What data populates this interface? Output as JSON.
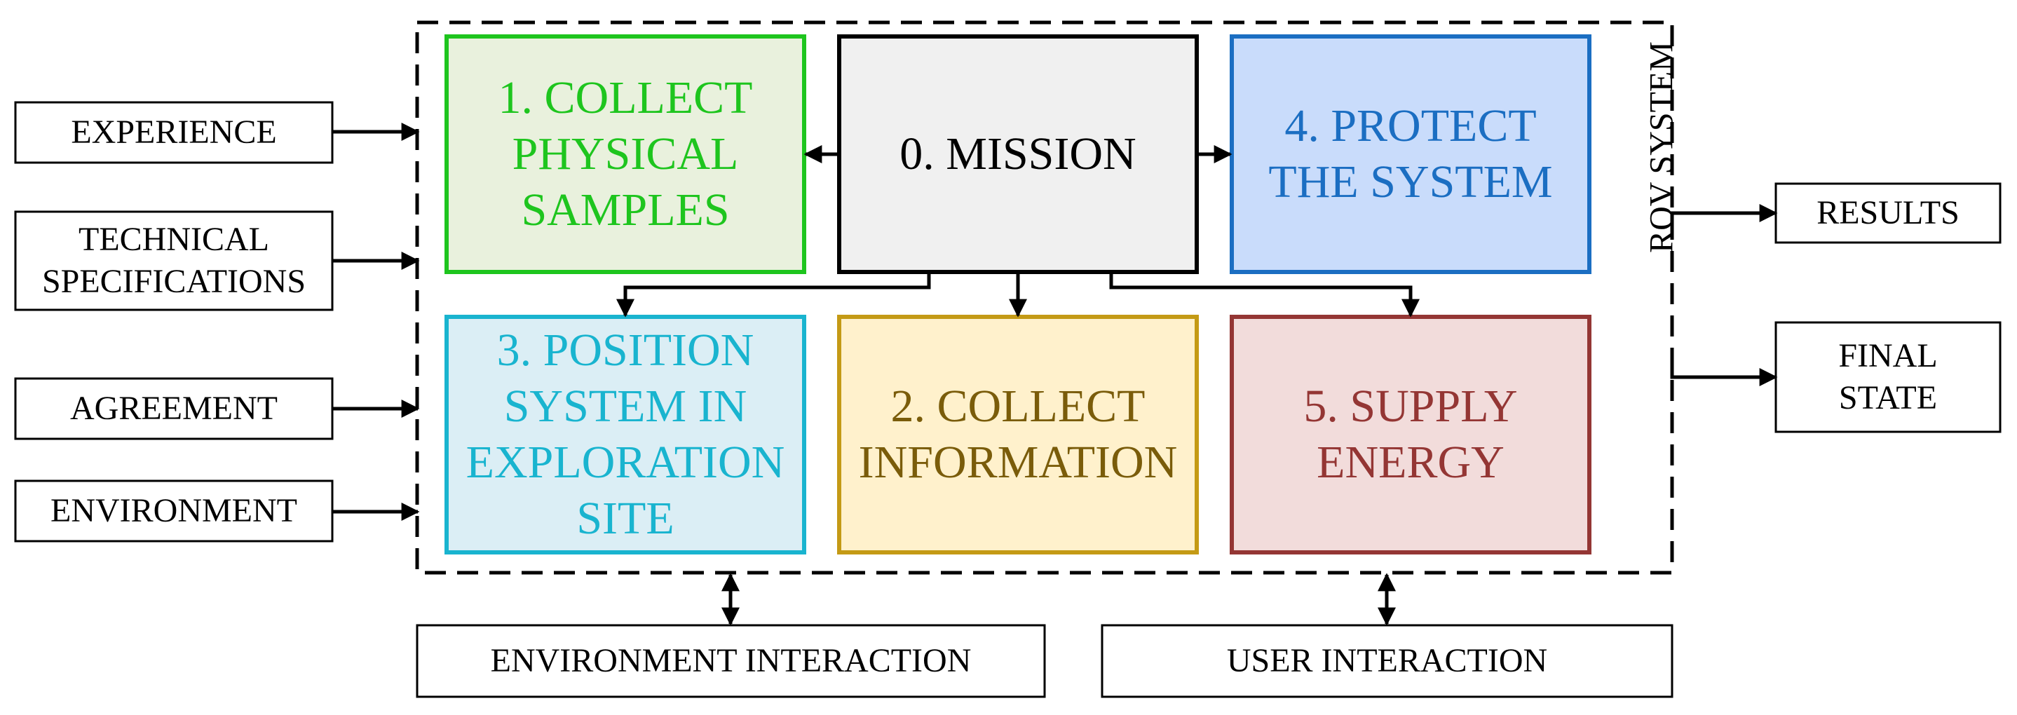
{
  "inputs": [
    {
      "label": "EXPERIENCE"
    },
    {
      "label": "TECHNICAL\nSPECIFICATIONS"
    },
    {
      "label": "AGREEMENT"
    },
    {
      "label": "ENVIRONMENT"
    }
  ],
  "outputs": [
    {
      "label": "RESULTS"
    },
    {
      "label": "FINAL\nSTATE"
    }
  ],
  "system": {
    "label": "ROV SYSTEM"
  },
  "functions": {
    "mission": {
      "label": "0. MISSION",
      "fill": "#f0f0f0",
      "stroke": "#000000",
      "text": "#000000"
    },
    "collect_samples": {
      "label": "1. COLLECT\nPHYSICAL\nSAMPLES",
      "fill": "#e9f1dd",
      "stroke": "#1ec51e",
      "text": "#1ec51e"
    },
    "protect": {
      "label": "4. PROTECT\nTHE SYSTEM",
      "fill": "#c9dcfb",
      "stroke": "#1b6ec2",
      "text": "#1b6ec2"
    },
    "position": {
      "label": "3. POSITION\nSYSTEM IN\nEXPLORATION\nSITE",
      "fill": "#dbeef5",
      "stroke": "#19b4cf",
      "text": "#19b4cf"
    },
    "collect_info": {
      "label": "2. COLLECT\nINFORMATION",
      "fill": "#fff1cc",
      "stroke": "#c49a15",
      "text": "#7a5c0a"
    },
    "supply_energy": {
      "label": "5. SUPPLY\nENERGY",
      "fill": "#f2dcdb",
      "stroke": "#943634",
      "text": "#943634"
    }
  },
  "interactions": [
    {
      "label": "ENVIRONMENT INTERACTION"
    },
    {
      "label": "USER INTERACTION"
    }
  ]
}
